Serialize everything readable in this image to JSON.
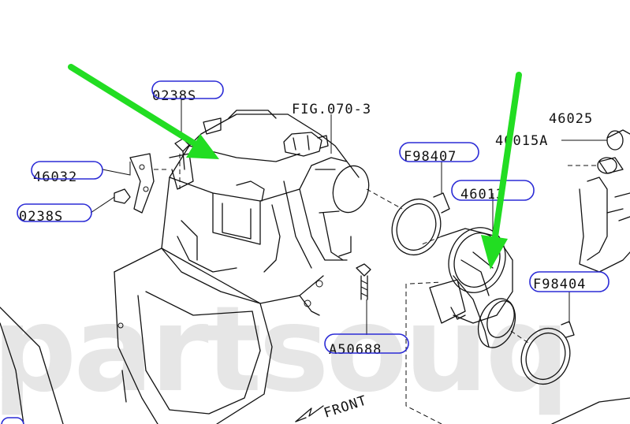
{
  "diagram": {
    "watermark": "partsouq",
    "labels": {
      "p1": "0238S",
      "p2": "FIG.070-3",
      "p3": "46032",
      "p4": "0238S",
      "p5": "F98407",
      "p6": "46013",
      "p7": "46025",
      "p8": "46015A",
      "p9": "F98404",
      "p10": "A50688",
      "front": "FRONT"
    },
    "colors": {
      "highlight_oval": "#2b2bd6",
      "arrow": "#22dd22",
      "line": "#111111"
    },
    "icons": [
      "front-arrow-icon"
    ]
  }
}
